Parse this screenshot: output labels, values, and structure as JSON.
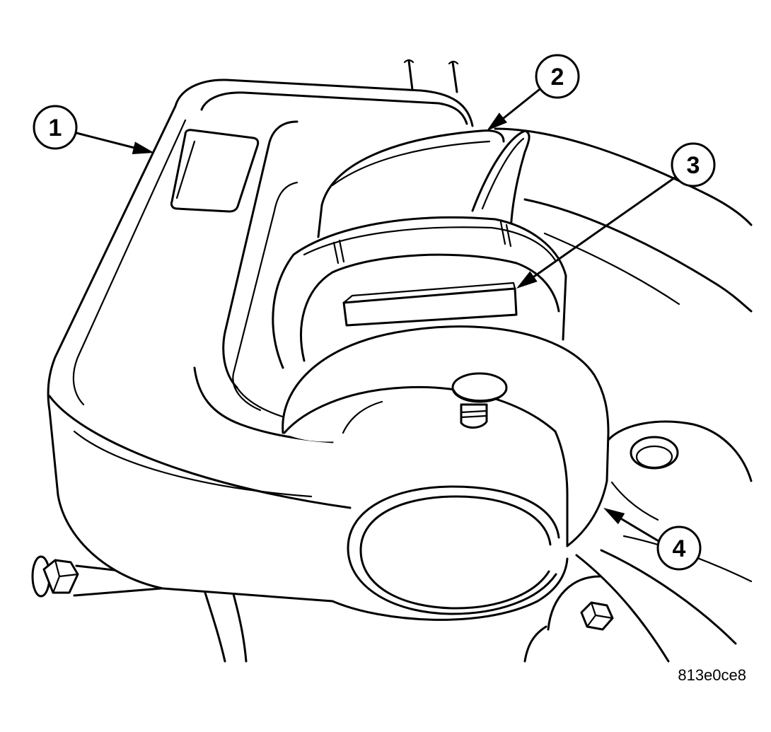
{
  "figure": {
    "id_label": "813e0ce8"
  },
  "callouts": [
    {
      "number": "1"
    },
    {
      "number": "2"
    },
    {
      "number": "3"
    },
    {
      "number": "4"
    }
  ],
  "colors": {
    "line": "#000000",
    "background": "#ffffff"
  }
}
